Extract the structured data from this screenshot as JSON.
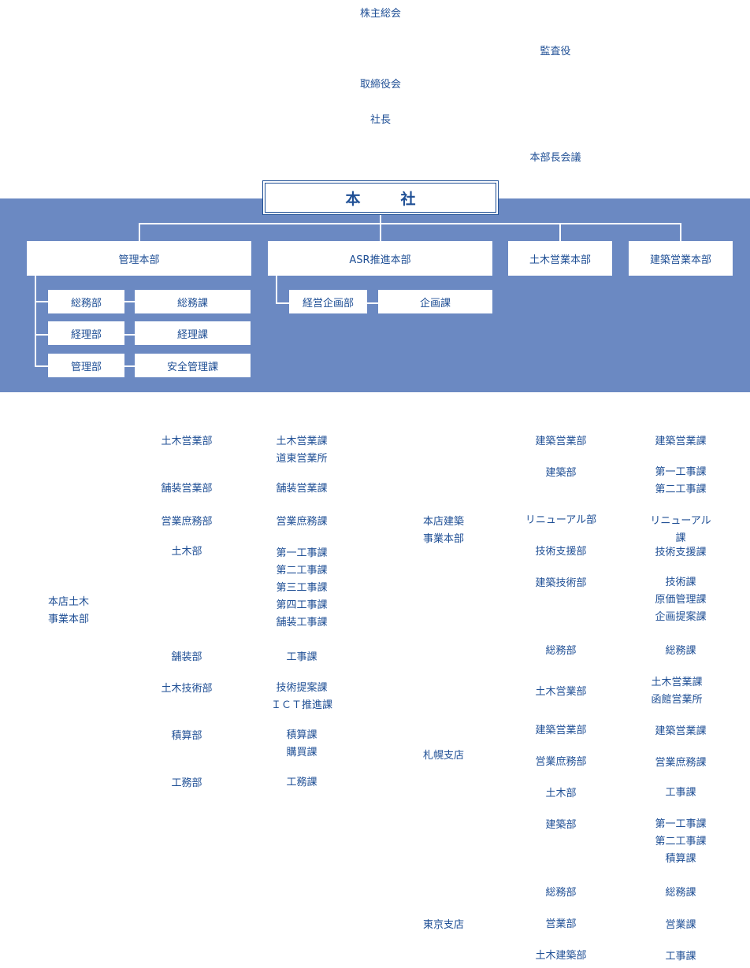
{
  "top": {
    "shareholders": "株主総会",
    "auditor": "監査役",
    "board": "取締役会",
    "president": "社長",
    "division_meeting": "本部長会議"
  },
  "honsha": "本　社",
  "divisions": {
    "kanri": "管理本部",
    "asr": "ASR推進本部",
    "civil_sales": "土木営業本部",
    "arch_sales": "建築営業本部"
  },
  "kanri_rows": [
    {
      "dept": "総務部",
      "section": "総務課"
    },
    {
      "dept": "経理部",
      "section": "経理課"
    },
    {
      "dept": "管理部",
      "section": "安全管理課"
    }
  ],
  "asr_rows": [
    {
      "dept": "経営企画部",
      "section": "企画課"
    }
  ],
  "civil_hq": {
    "name": "本店土木\n事業本部",
    "rows": [
      {
        "dept": "土木営業部",
        "sections": "土木営業課\n道東営業所"
      },
      {
        "dept": "舗装営業部",
        "sections": "舗装営業課"
      },
      {
        "dept": "営業庶務部",
        "sections": "営業庶務課"
      },
      {
        "dept": "土木部",
        "sections": "第一工事課\n第二工事課\n第三工事課\n第四工事課\n舗装工事課"
      },
      {
        "dept": "舗装部",
        "sections": "工事課"
      },
      {
        "dept": "土木技術部",
        "sections": "技術提案課\nＩＣＴ推進課"
      },
      {
        "dept": "積算部",
        "sections": "積算課\n購買課"
      },
      {
        "dept": "工務部",
        "sections": "工務課"
      }
    ]
  },
  "arch_hq": {
    "name": "本店建築\n事業本部",
    "rows": [
      {
        "dept": "建築営業部",
        "sections": "建築営業課"
      },
      {
        "dept": "建築部",
        "sections": "第一工事課\n第二工事課"
      },
      {
        "dept": "リニューアル部",
        "sections": "リニューアル課"
      },
      {
        "dept": "技術支援部",
        "sections": "技術支援課"
      },
      {
        "dept": "建築技術部",
        "sections": "技術課\n原価管理課\n企画提案課"
      }
    ]
  },
  "sapporo": {
    "name": "札幌支店",
    "rows": [
      {
        "dept": "総務部",
        "sections": "総務課"
      },
      {
        "dept": "土木営業部",
        "sections": "土木営業課\n函館営業所"
      },
      {
        "dept": "建築営業部",
        "sections": "建築営業課"
      },
      {
        "dept": "営業庶務部",
        "sections": "営業庶務課"
      },
      {
        "dept": "土木部",
        "sections": "工事課"
      },
      {
        "dept": "建築部",
        "sections": "第一工事課\n第二工事課\n積算課"
      }
    ]
  },
  "tokyo": {
    "name": "東京支店",
    "rows": [
      {
        "dept": "総務部",
        "sections": "総務課"
      },
      {
        "dept": "営業部",
        "sections": "営業課"
      },
      {
        "dept": "土木建築部",
        "sections": "工事課"
      }
    ]
  },
  "colors": {
    "text": "#1f4f95",
    "band": "#6b89c2",
    "box": "#ffffff"
  }
}
